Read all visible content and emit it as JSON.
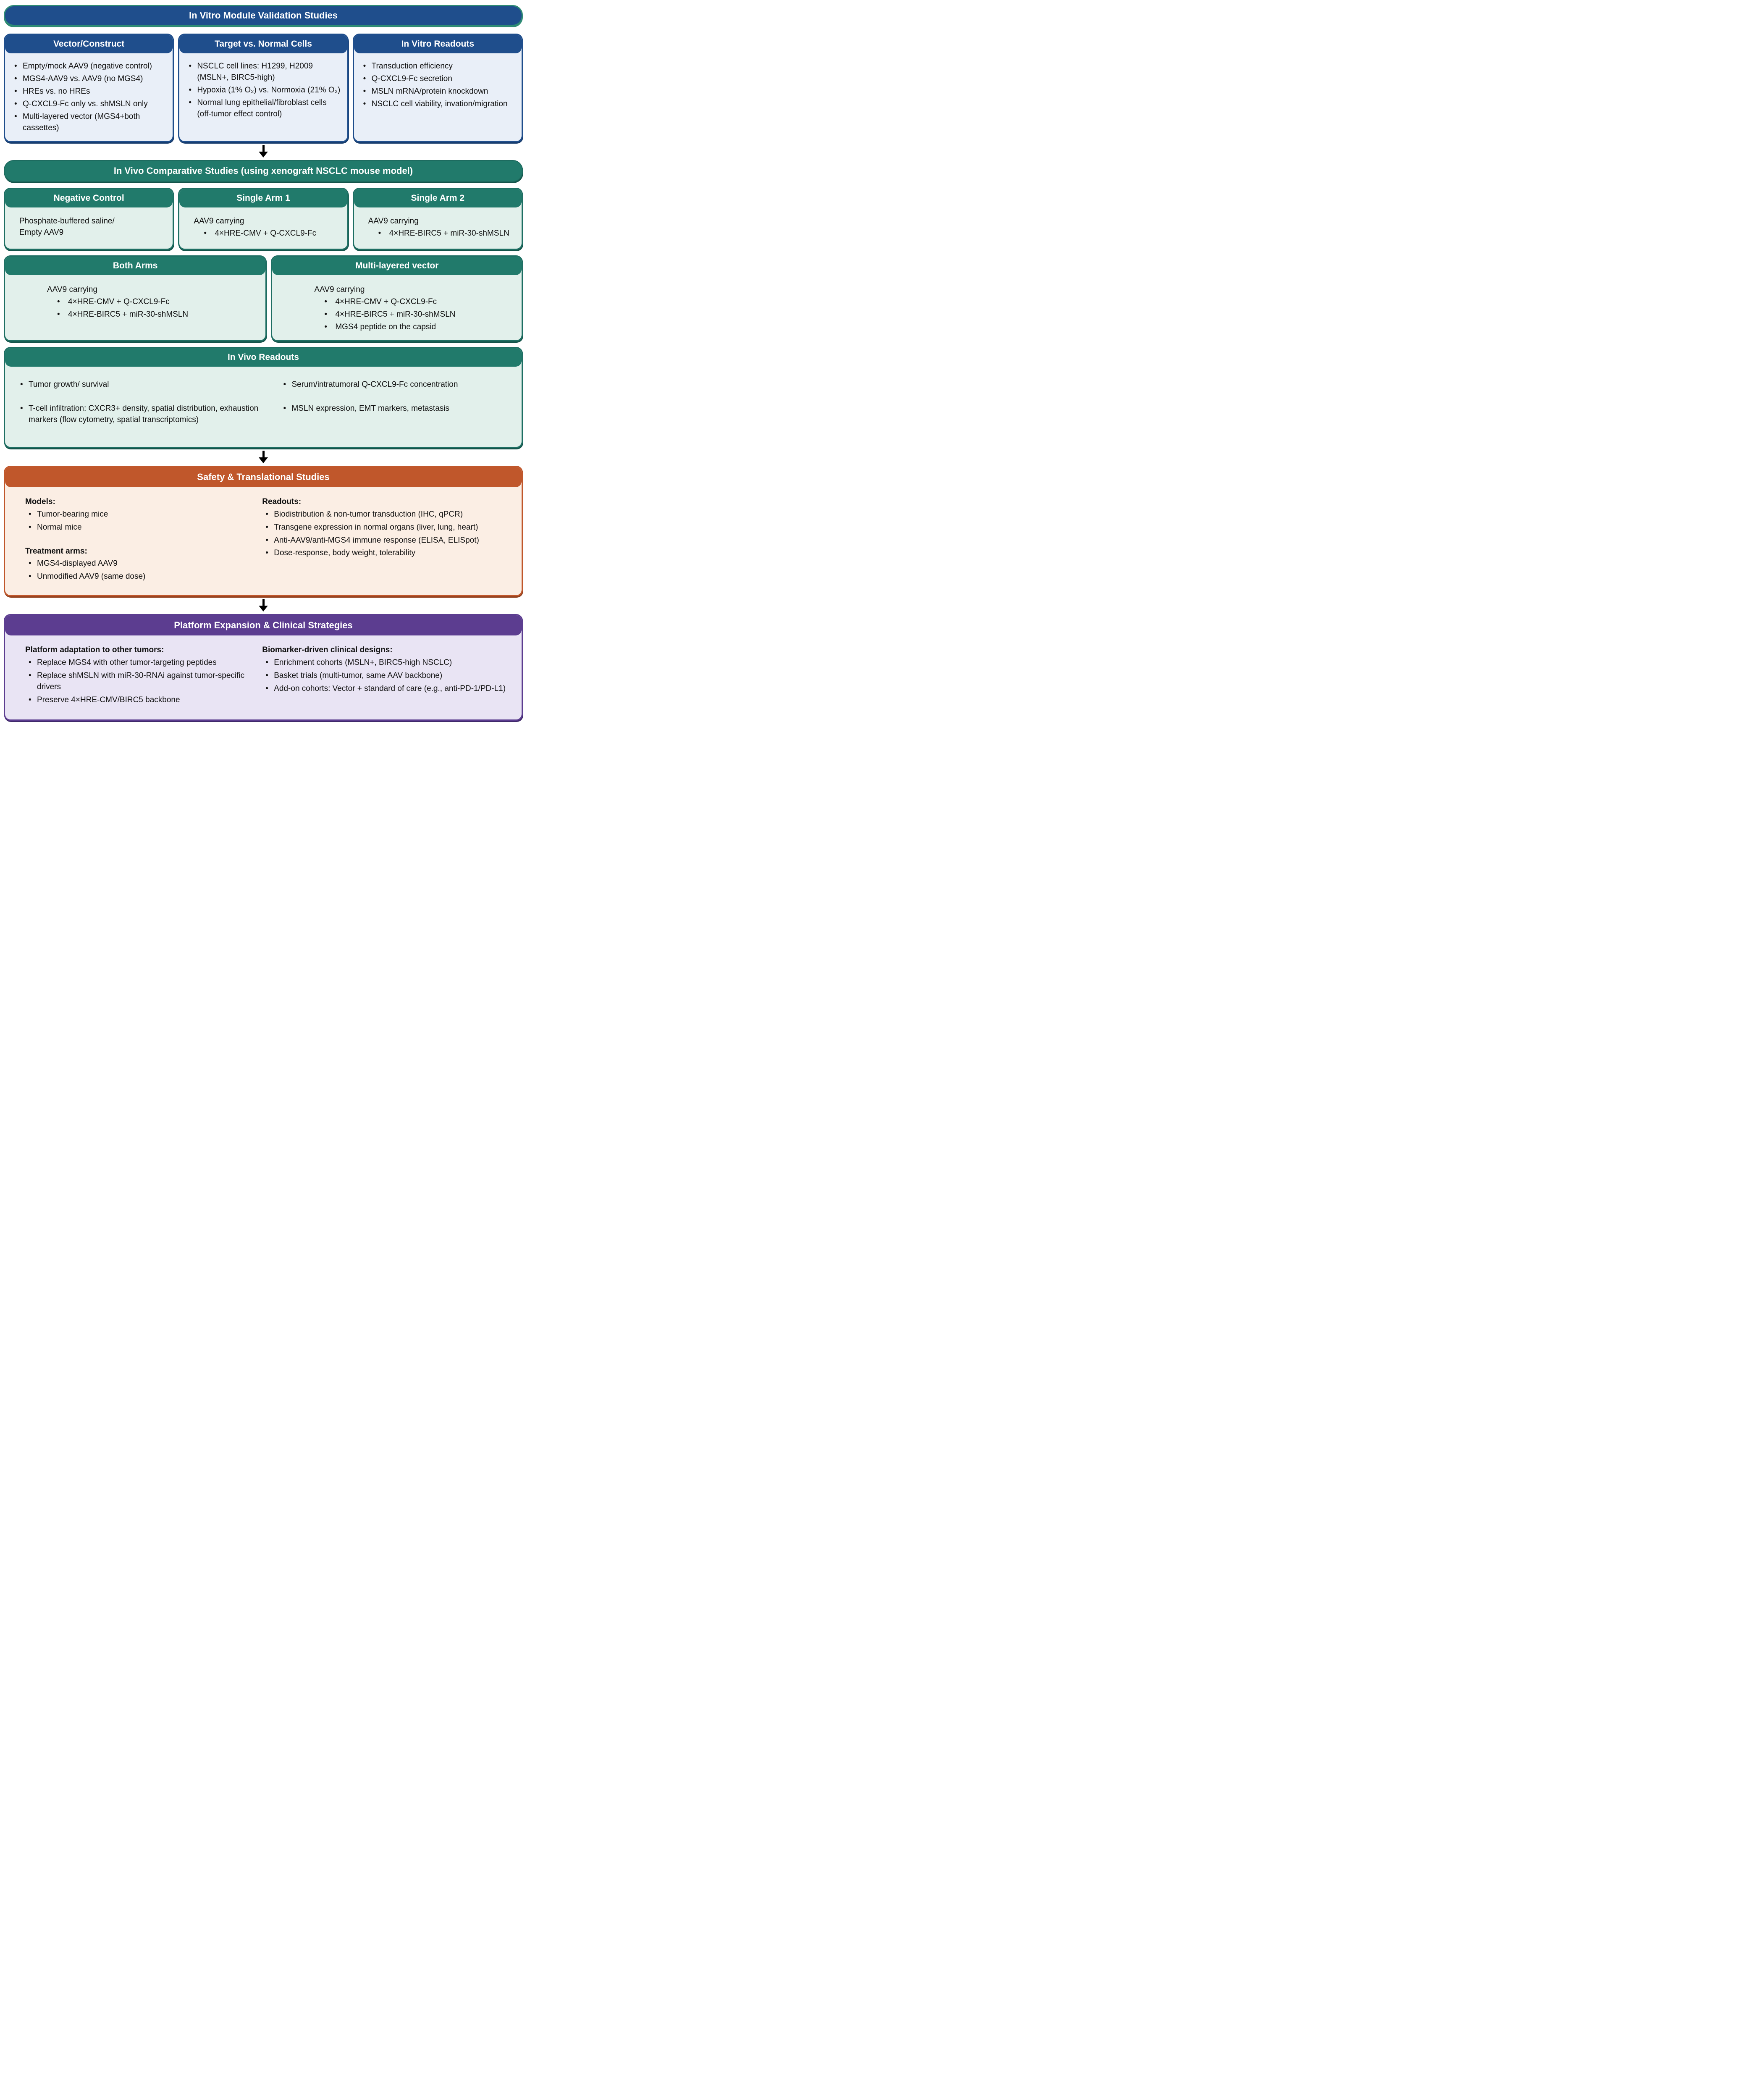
{
  "palette": {
    "dark_blue": "#1F4E8C",
    "teal": "#217A6B",
    "orange": "#C0572B",
    "purple": "#5C3D90",
    "light_blue": "#E9EFF8",
    "light_teal": "#E2F0EB",
    "light_orange": "#FBEEE4",
    "light_purple": "#E9E4F4",
    "banner_border_teal": "#2E8B74",
    "arrow_black": "#000000"
  },
  "invitro": {
    "banner": "In Vitro Module Validation Studies",
    "boxes": [
      {
        "title": "Vector/Construct",
        "bullets": [
          "Empty/mock AAV9 (negative control)",
          "MGS4-AAV9 vs. AAV9 (no MGS4)",
          "HREs vs. no HREs",
          "Q-CXCL9-Fc only vs. shMSLN only",
          "Multi-layered vector (MGS4+both cassettes)"
        ]
      },
      {
        "title": "Target vs. Normal Cells",
        "bullets": [
          "NSCLC cell lines: H1299, H2009 (MSLN+, BIRC5-high)",
          "Hypoxia (1% O₂) vs. Normoxia (21% O₂)",
          "Normal lung epithelial/fibroblast cells (off-tumor effect control)"
        ]
      },
      {
        "title": "In Vitro Readouts",
        "bullets": [
          "Transduction efficiency",
          "Q-CXCL9-Fc secretion",
          "MSLN mRNA/protein knockdown",
          "NSCLC cell viability, invation/migration"
        ]
      }
    ]
  },
  "invivo": {
    "banner": "In Vivo Comparative Studies (using xenograft NSCLC mouse model)",
    "arms": [
      {
        "title": "Negative Control",
        "intro": "Phosphate-buffered saline/\nEmpty AAV9",
        "bullets": []
      },
      {
        "title": "Single Arm 1",
        "intro": "AAV9 carrying",
        "bullets": [
          "4×HRE-CMV + Q-CXCL9-Fc"
        ]
      },
      {
        "title": "Single Arm 2",
        "intro": "AAV9 carrying",
        "bullets": [
          "4×HRE-BIRC5 + miR-30-shMSLN"
        ]
      }
    ],
    "arms2": [
      {
        "title": "Both Arms",
        "intro": "AAV9 carrying",
        "bullets": [
          "4×HRE-CMV + Q-CXCL9-Fc",
          "4×HRE-BIRC5 + miR-30-shMSLN"
        ]
      },
      {
        "title": "Multi-layered vector",
        "intro": "AAV9 carrying",
        "bullets": [
          "4×HRE-CMV + Q-CXCL9-Fc",
          "4×HRE-BIRC5 + miR-30-shMSLN",
          "MGS4 peptide on the capsid"
        ]
      }
    ],
    "readouts": {
      "title": "In Vivo Readouts",
      "left": [
        "Tumor growth/ survival",
        "T-cell infiltration: CXCR3+ density, spatial distribution, exhaustion markers (flow cytometry, spatial transcriptomics)"
      ],
      "right": [
        "Serum/intratumoral Q-CXCL9-Fc concentration",
        "MSLN expression, EMT markers, metastasis"
      ]
    }
  },
  "safety": {
    "banner": "Safety & Translational Studies",
    "groups_left": [
      {
        "heading": "Models:",
        "bullets": [
          "Tumor-bearing mice",
          "Normal mice"
        ]
      },
      {
        "heading": "Treatment arms:",
        "bullets": [
          "MGS4-displayed AAV9",
          "Unmodified AAV9 (same dose)"
        ]
      }
    ],
    "groups_right": [
      {
        "heading": "Readouts:",
        "bullets": [
          "Biodistribution & non-tumor transduction (IHC, qPCR)",
          "Transgene expression in normal organs (liver, lung, heart)",
          "Anti-AAV9/anti-MGS4 immune response (ELISA, ELISpot)",
          "Dose-response, body weight, tolerability"
        ]
      }
    ]
  },
  "platform": {
    "banner": "Platform Expansion & Clinical Strategies",
    "left": {
      "heading": "Platform adaptation to other tumors:",
      "bullets": [
        "Replace MGS4 with other tumor-targeting peptides",
        "Replace shMSLN with miR-30-RNAi against tumor-specific drivers",
        "Preserve 4×HRE-CMV/BIRC5 backbone"
      ]
    },
    "right": {
      "heading": "Biomarker-driven clinical designs:",
      "bullets": [
        "Enrichment cohorts (MSLN+, BIRC5-high NSCLC)",
        "Basket trials (multi-tumor, same AAV backbone)",
        "Add-on cohorts: Vector + standard of care (e.g., anti-PD-1/PD-L1)"
      ]
    }
  }
}
